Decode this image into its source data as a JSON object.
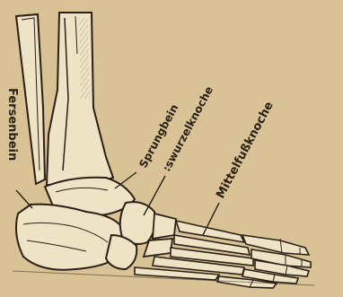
{
  "labels": {
    "fersenbein": "Fersenbein",
    "sprungbein": "Sprungbein",
    "fusswurzelknochen": ":swurzelknoche",
    "mittelfussknochen": "Mittelfußknoche"
  },
  "colors": {
    "paper": "#d8c296",
    "ink": "#2a2015",
    "bone_light": "#efe3c6",
    "bone_shade": "#bca57a"
  }
}
